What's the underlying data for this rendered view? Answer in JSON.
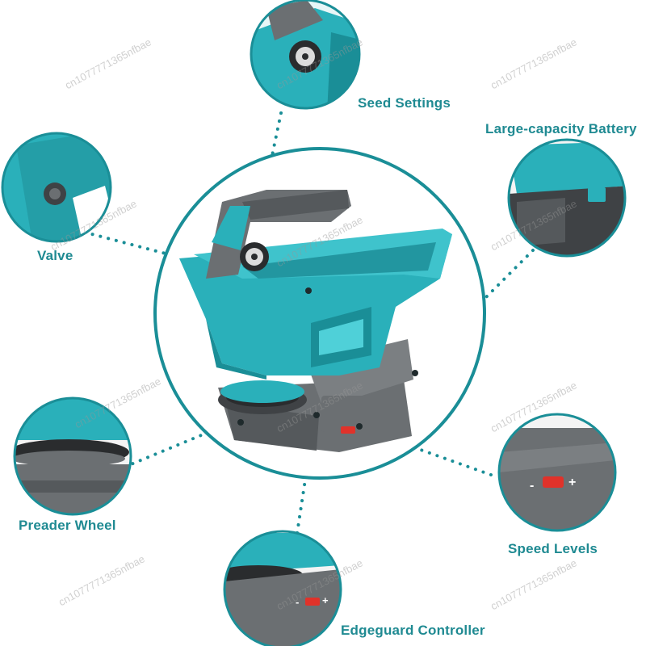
{
  "colors": {
    "teal": "#2ab0ba",
    "teal_dark": "#1a8e97",
    "ring": "#1a8e97",
    "body_gray": "#6b6f72",
    "dark_gray": "#3f4245",
    "switch_red": "#e0322a",
    "label": "#1f8a92"
  },
  "labels": {
    "seed_settings": "Seed Settings",
    "battery": "Large-capacity Battery",
    "valve": "Valve",
    "spreader_wheel": "Preader Wheel",
    "speed_levels": "Speed Levels",
    "edgeguard": "Edgeguard Controller"
  },
  "watermark": "cn1077771365nfbae",
  "switch_marks": {
    "minus": "-",
    "plus": "+"
  }
}
